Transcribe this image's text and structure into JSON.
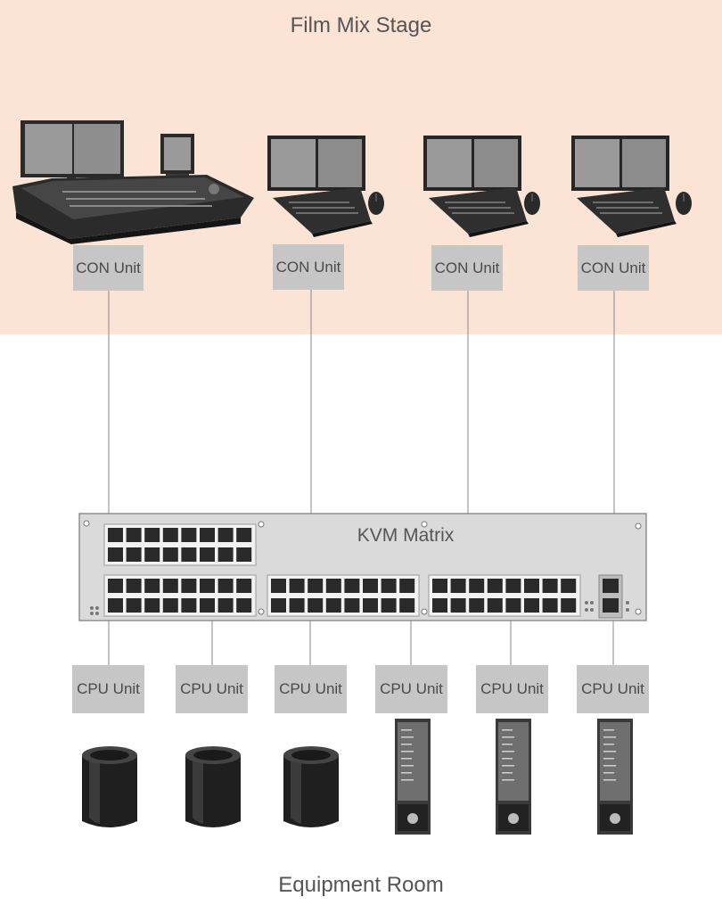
{
  "stage": {
    "title": "Film Mix Stage",
    "background_color": "#fbe4d6"
  },
  "equipment_room": {
    "title": "Equipment Room"
  },
  "kvm": {
    "label": "KVM Matrix"
  },
  "con_units": [
    {
      "label": "CON Unit",
      "device": "mixing-console"
    },
    {
      "label": "CON Unit",
      "device": "laptop-workstation"
    },
    {
      "label": "CON Unit",
      "device": "laptop-workstation"
    },
    {
      "label": "CON Unit",
      "device": "laptop-workstation"
    }
  ],
  "cpu_units": [
    {
      "label": "CPU Unit",
      "device": "cylinder-computer"
    },
    {
      "label": "CPU Unit",
      "device": "cylinder-computer"
    },
    {
      "label": "CPU Unit",
      "device": "cylinder-computer"
    },
    {
      "label": "CPU Unit",
      "device": "audio-interface-tower"
    },
    {
      "label": "CPU Unit",
      "device": "audio-interface-tower"
    },
    {
      "label": "CPU Unit",
      "device": "audio-interface-tower"
    }
  ]
}
